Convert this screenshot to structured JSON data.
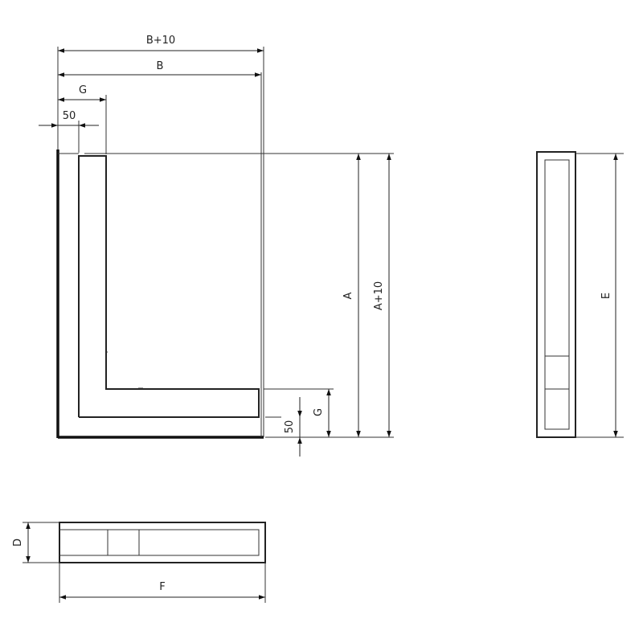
{
  "drawing": {
    "front_view": {
      "dimensions": {
        "width_plus": "B+10",
        "width": "B",
        "leg_width": "G",
        "frame_offset": "50",
        "height": "A",
        "height_plus": "A+10",
        "leg_height": "G",
        "frame_offset_vertical": "50"
      }
    },
    "side_view": {
      "dimensions": {
        "height": "E"
      }
    },
    "bottom_view": {
      "dimensions": {
        "depth": "D",
        "width": "F"
      }
    }
  }
}
